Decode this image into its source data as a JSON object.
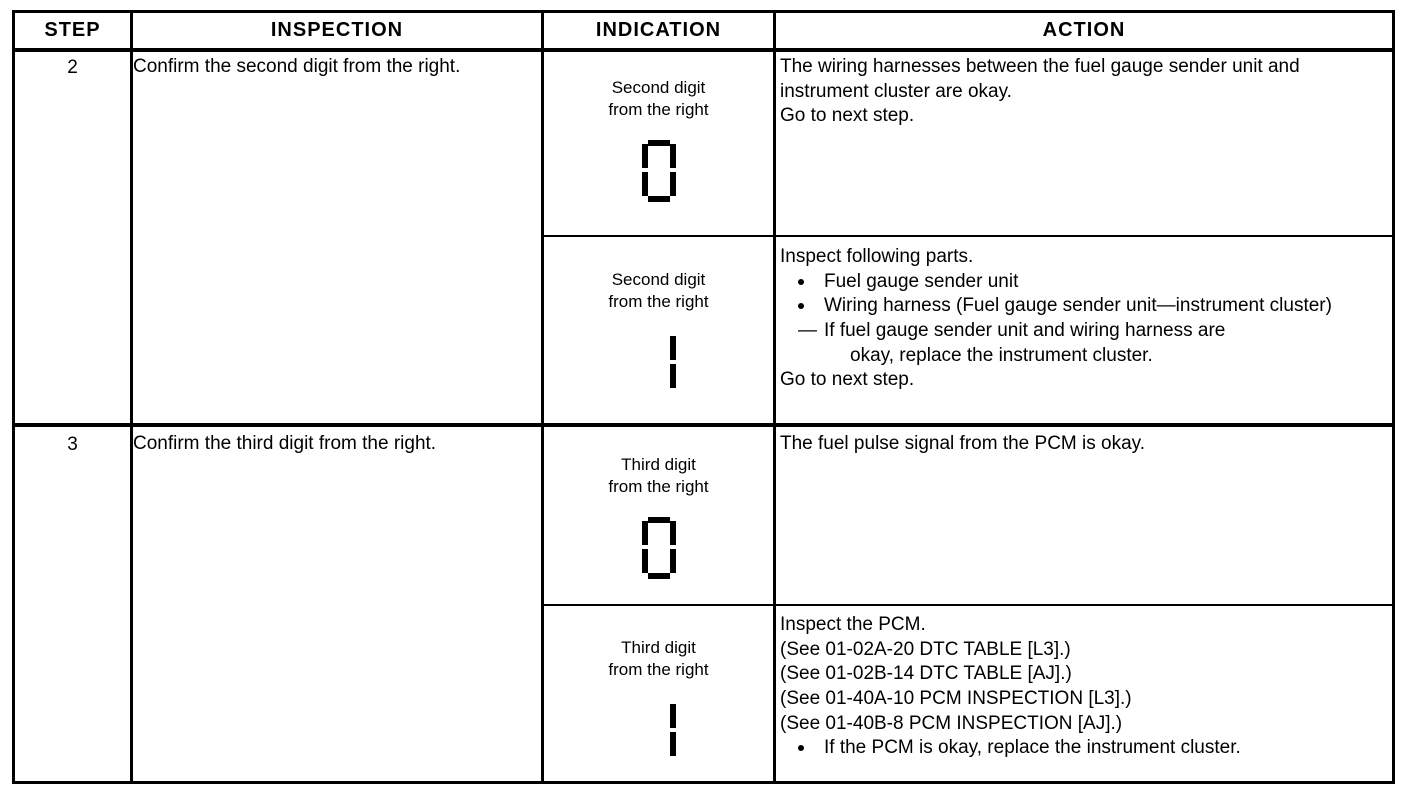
{
  "table": {
    "headers": [
      "STEP",
      "INSPECTION",
      "INDICATION",
      "ACTION"
    ],
    "rows": [
      {
        "step": "2",
        "inspection": "Confirm the second digit from the right.",
        "subrows": [
          {
            "indication_label": "Second digit\nfrom the right",
            "indication_digit": "0",
            "action_lines": [
              "The wiring harnesses between the fuel gauge sender unit and instrument cluster are okay.",
              "Go to next step."
            ]
          },
          {
            "indication_label": "Second digit\nfrom the right",
            "indication_digit": "1",
            "action_intro": "Inspect following parts.",
            "action_bullets": [
              "Fuel gauge sender unit",
              "Wiring harness (Fuel gauge sender unit—instrument cluster)"
            ],
            "action_subnote_dash": "—",
            "action_subnote": "If fuel gauge sender unit and wiring harness are",
            "action_subnote_cont": "okay, replace the instrument cluster.",
            "action_outro": "Go to next step."
          }
        ]
      },
      {
        "step": "3",
        "inspection": "Confirm the third digit from the right.",
        "subrows": [
          {
            "indication_label": "Third digit\nfrom the right",
            "indication_digit": "0",
            "action_lines": [
              "The fuel pulse signal from the PCM is okay."
            ]
          },
          {
            "indication_label": "Third digit\nfrom the right",
            "indication_digit": "1",
            "action_intro": "Inspect the PCM.",
            "action_refs": [
              "(See 01-02A-20 DTC TABLE [L3].)",
              "(See 01-02B-14 DTC TABLE [AJ].)",
              "(See 01-40A-10 PCM INSPECTION [L3].)",
              "(See 01-40B-8 PCM INSPECTION [AJ].)"
            ],
            "action_bullets": [
              "If the PCM is okay, replace the instrument cluster."
            ]
          }
        ]
      }
    ]
  },
  "colors": {
    "ink": "#000000",
    "paper": "#ffffff"
  }
}
